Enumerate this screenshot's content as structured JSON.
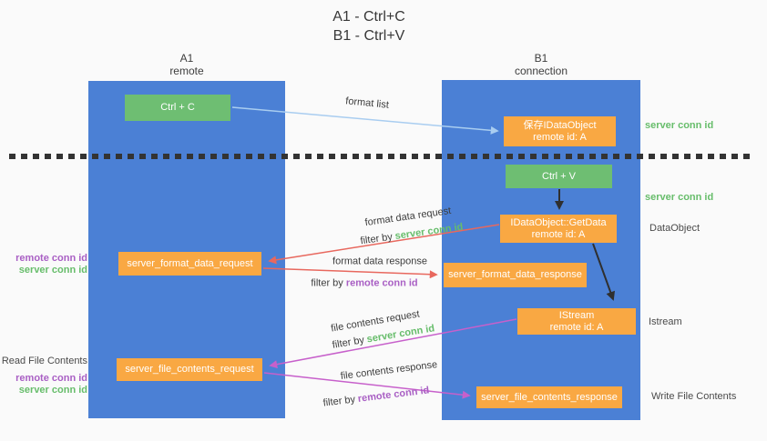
{
  "title": {
    "line1": "A1 - Ctrl+C",
    "line2": "B1 - Ctrl+V"
  },
  "columns": {
    "a": {
      "header_line1": "A1",
      "header_line2": "remote"
    },
    "b": {
      "header_line1": "B1",
      "header_line2": "connection"
    }
  },
  "boxes": {
    "ctrl_c": {
      "label": "Ctrl + C"
    },
    "save_idataobject": {
      "line1": "保存IDataObject",
      "line2": "remote id: A"
    },
    "ctrl_v": {
      "label": "Ctrl + V"
    },
    "idataobject_getdata": {
      "line1": "IDataObject::GetData",
      "line2": "remote id: A"
    },
    "server_format_data_request": {
      "label": "server_format_data_request"
    },
    "server_format_data_response": {
      "label": "server_format_data_response"
    },
    "istream": {
      "line1": "IStream",
      "line2": "remote id: A"
    },
    "server_file_contents_request": {
      "label": "server_file_contents_request"
    },
    "server_file_contents_response": {
      "label": "server_file_contents_response"
    }
  },
  "arrow_labels": {
    "format_list": "format list",
    "format_data_request": "format data request",
    "format_data_response": "format data response",
    "file_contents_request": "file contents request",
    "file_contents_response": "file contents response",
    "filter_by": "filter by",
    "server_conn_id": "server conn id",
    "remote_conn_id": "remote conn id"
  },
  "side_labels": {
    "left_remote_conn_id": "remote conn id",
    "left_server_conn_id": "server conn id",
    "read_file_contents": "Read File Contents",
    "left_remote_conn_id_2": "remote conn id",
    "left_server_conn_id_2": "server conn id",
    "right_server_conn_id_1": "server conn id",
    "right_server_conn_id_2": "server conn id",
    "dataobject": "DataObject",
    "istream": "Istream",
    "write_file_contents": "Write File Contents"
  },
  "colors": {
    "column_blue": "#4b80d5",
    "box_green": "#6ebe72",
    "box_orange": "#f9a843",
    "arrow_light_blue": "#a9cdf0",
    "arrow_red": "#e8685e",
    "arrow_magenta": "#c760cb",
    "arrow_black": "#2f2f2f",
    "text_green": "#67bd6b",
    "text_purple": "#a95fc4",
    "text_dark": "#3d3d3d"
  }
}
